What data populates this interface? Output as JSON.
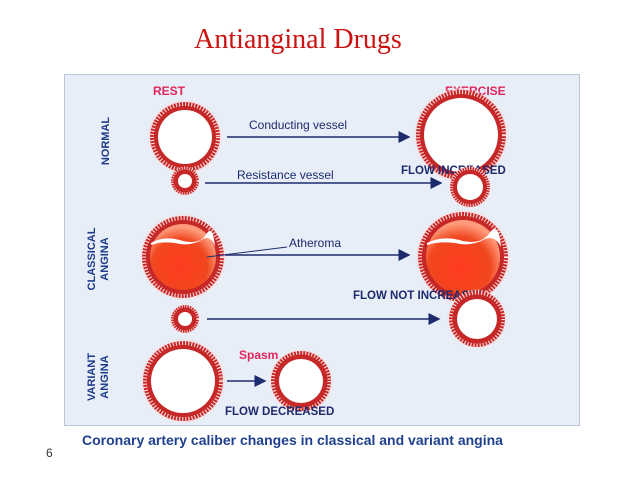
{
  "slide": {
    "title": "Antianginal Drugs",
    "caption": "Coronary artery caliber changes in  classical and variant angina",
    "number": "6"
  },
  "diagram": {
    "col_rest": "REST",
    "col_exercise": "EXERCISE",
    "row_normal": "NORMAL",
    "row_classical": [
      "CLASSICAL",
      "ANGINA"
    ],
    "row_variant": [
      "VARIANT",
      "ANGINA"
    ],
    "conducting_vessel": "Conducting vessel",
    "resistance_vessel": "Resistance vessel",
    "flow_increased": "FLOW INCREASED",
    "atheroma": "Atheroma",
    "flow_not_increased": "FLOW  NOT INCREASED",
    "spasm": "Spasm",
    "flow_decreased": "FLOW DECREASED"
  },
  "colors": {
    "title": "#cc1111",
    "caption": "#1f3f8f",
    "header_text": "#e0265a",
    "row_label": "#1e3a8a",
    "arrow": "#1e2a6e",
    "vessel_ring": "#c62828",
    "atheroma": "#e53935",
    "panel_bg": "#e7eef7"
  }
}
